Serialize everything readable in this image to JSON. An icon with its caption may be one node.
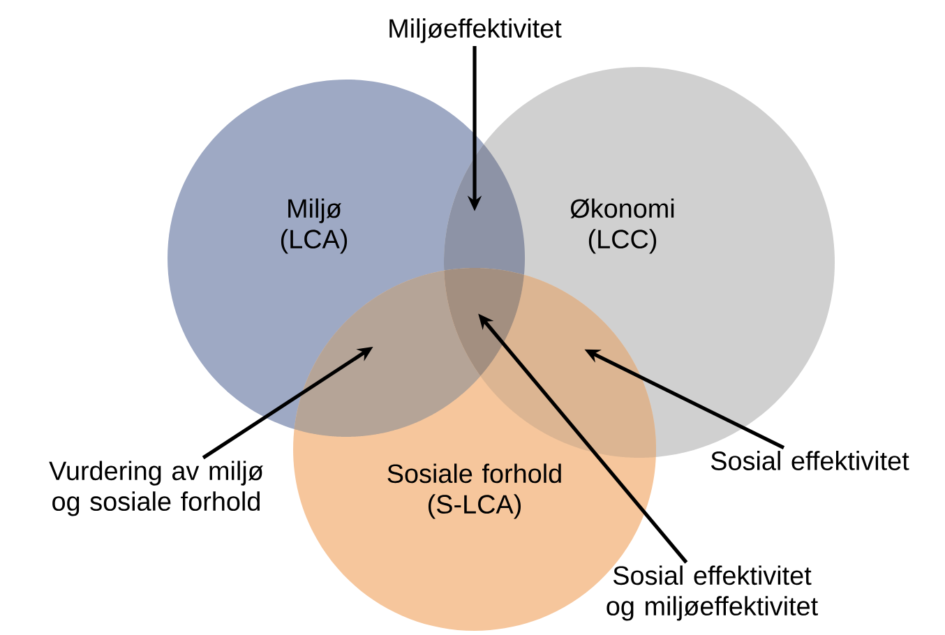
{
  "diagram": {
    "nodes": [
      {
        "text": [
          "Miljø (LCA)"
        ]
      },
      {
        "text": [
          "Økonomi (LCC)"
        ]
      },
      {
        "text": [
          "Sosiale forhold (S-LCA)"
        ]
      },
      {
        "text": [
          "Miljøeffektivitet"
        ]
      },
      {
        "text": [
          "Vurdering av miljø og sosiale forhold"
        ]
      },
      {
        "text": [
          "Sosial effektivitet"
        ]
      },
      {
        "text": [
          "Sosial effektivitet og miljøeffektivitet"
        ]
      },
      {
        "text": [],
        "shape": "lens"
      },
      {
        "text": [],
        "shape": "lens"
      },
      {
        "text": [],
        "shape": "lens"
      },
      {
        "text": [],
        "shape": "lens"
      }
    ],
    "edges": [
      {
        "from": 3,
        "to": 7,
        "arrow": "to"
      },
      {
        "from": 4,
        "to": 8,
        "arrow": "to"
      },
      {
        "from": 5,
        "to": 9,
        "arrow": "to"
      },
      {
        "from": 6,
        "to": 10,
        "arrow": "to"
      }
    ]
  }
}
